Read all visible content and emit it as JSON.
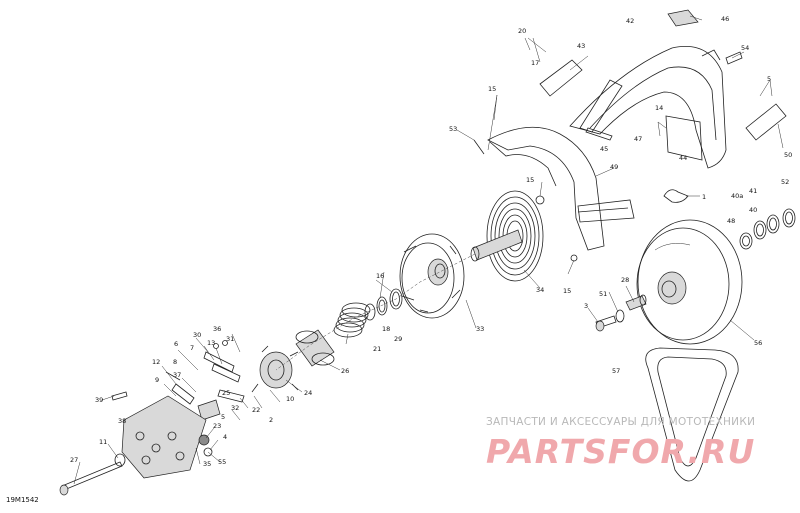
{
  "diagram": {
    "id": "19M1542",
    "watermark_text": "ЗАПЧАСТИ И АКСЕССУАРЫ ДЛЯ МОТОТЕХНИКИ",
    "watermark_logo": "PARTSFOR.RU"
  },
  "callouts": [
    {
      "id": "c1",
      "label": "1"
    },
    {
      "id": "c2",
      "label": "2"
    },
    {
      "id": "c3",
      "label": "3"
    },
    {
      "id": "c4",
      "label": "4"
    },
    {
      "id": "c5",
      "label": "5"
    },
    {
      "id": "c5b",
      "label": "5"
    },
    {
      "id": "c6",
      "label": "6"
    },
    {
      "id": "c7",
      "label": "7"
    },
    {
      "id": "c8",
      "label": "8"
    },
    {
      "id": "c9",
      "label": "9"
    },
    {
      "id": "c10",
      "label": "10"
    },
    {
      "id": "c11",
      "label": "11"
    },
    {
      "id": "c12",
      "label": "12"
    },
    {
      "id": "c13",
      "label": "13"
    },
    {
      "id": "c14",
      "label": "14"
    },
    {
      "id": "c15a",
      "label": "15"
    },
    {
      "id": "c15b",
      "label": "15"
    },
    {
      "id": "c15c",
      "label": "15"
    },
    {
      "id": "c16",
      "label": "16"
    },
    {
      "id": "c17",
      "label": "17"
    },
    {
      "id": "c18",
      "label": "18"
    },
    {
      "id": "c20",
      "label": "20"
    },
    {
      "id": "c21",
      "label": "21"
    },
    {
      "id": "c22",
      "label": "22"
    },
    {
      "id": "c23",
      "label": "23"
    },
    {
      "id": "c24",
      "label": "24"
    },
    {
      "id": "c25",
      "label": "25"
    },
    {
      "id": "c26",
      "label": "26"
    },
    {
      "id": "c27",
      "label": "27"
    },
    {
      "id": "c28",
      "label": "28"
    },
    {
      "id": "c29",
      "label": "29"
    },
    {
      "id": "c30",
      "label": "30"
    },
    {
      "id": "c31",
      "label": "31"
    },
    {
      "id": "c32",
      "label": "32"
    },
    {
      "id": "c33",
      "label": "33"
    },
    {
      "id": "c34",
      "label": "34"
    },
    {
      "id": "c35",
      "label": "35"
    },
    {
      "id": "c36",
      "label": "36"
    },
    {
      "id": "c37",
      "label": "37"
    },
    {
      "id": "c38",
      "label": "38"
    },
    {
      "id": "c39",
      "label": "39"
    },
    {
      "id": "c40",
      "label": "40"
    },
    {
      "id": "c40a",
      "label": "40a"
    },
    {
      "id": "c41",
      "label": "41"
    },
    {
      "id": "c42",
      "label": "42"
    },
    {
      "id": "c43",
      "label": "43"
    },
    {
      "id": "c44",
      "label": "44"
    },
    {
      "id": "c45",
      "label": "45"
    },
    {
      "id": "c46",
      "label": "46"
    },
    {
      "id": "c47",
      "label": "47"
    },
    {
      "id": "c48",
      "label": "48"
    },
    {
      "id": "c49",
      "label": "49"
    },
    {
      "id": "c50",
      "label": "50"
    },
    {
      "id": "c51",
      "label": "51"
    },
    {
      "id": "c52",
      "label": "52"
    },
    {
      "id": "c53",
      "label": "53"
    },
    {
      "id": "c54",
      "label": "54"
    },
    {
      "id": "c55",
      "label": "55"
    },
    {
      "id": "c56",
      "label": "56"
    },
    {
      "id": "c57",
      "label": "57"
    }
  ]
}
